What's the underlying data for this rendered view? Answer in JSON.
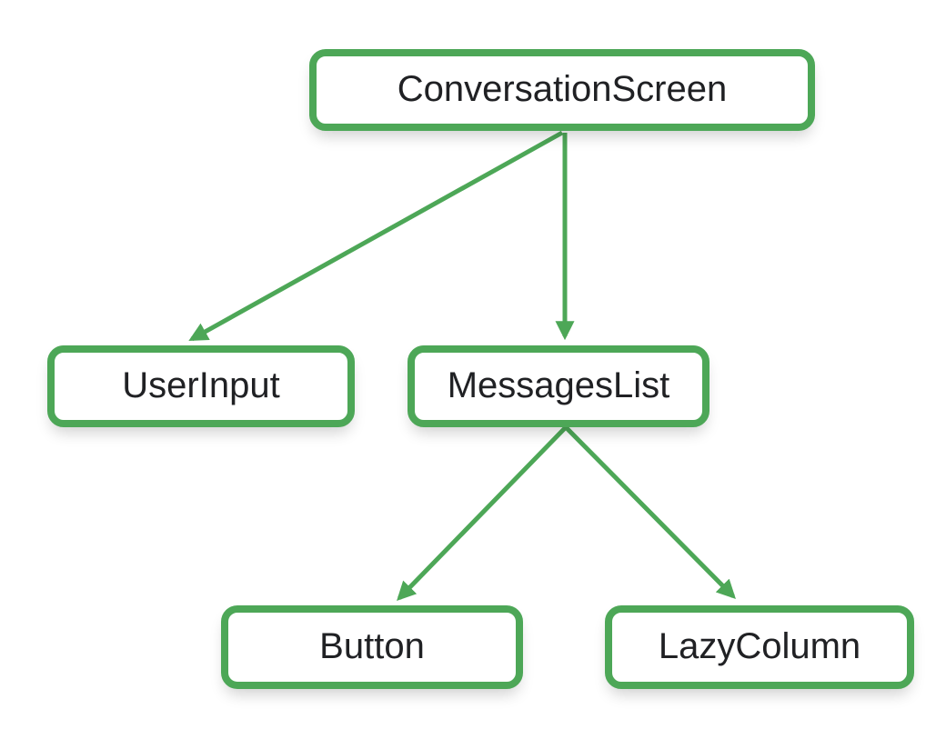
{
  "diagram": {
    "accent_color": "#4DA757",
    "text_color": "#202124",
    "background_color": "#FFFFFF",
    "nodes": [
      {
        "id": "conversation-screen",
        "label": "ConversationScreen",
        "level": 0
      },
      {
        "id": "user-input",
        "label": "UserInput",
        "level": 1
      },
      {
        "id": "messages-list",
        "label": "MessagesList",
        "level": 1
      },
      {
        "id": "button",
        "label": "Button",
        "level": 2
      },
      {
        "id": "lazy-column",
        "label": "LazyColumn",
        "level": 2
      }
    ],
    "edges": [
      {
        "from": "ConversationScreen",
        "to": "UserInput"
      },
      {
        "from": "ConversationScreen",
        "to": "MessagesList"
      },
      {
        "from": "MessagesList",
        "to": "Button"
      },
      {
        "from": "MessagesList",
        "to": "LazyColumn"
      }
    ]
  }
}
